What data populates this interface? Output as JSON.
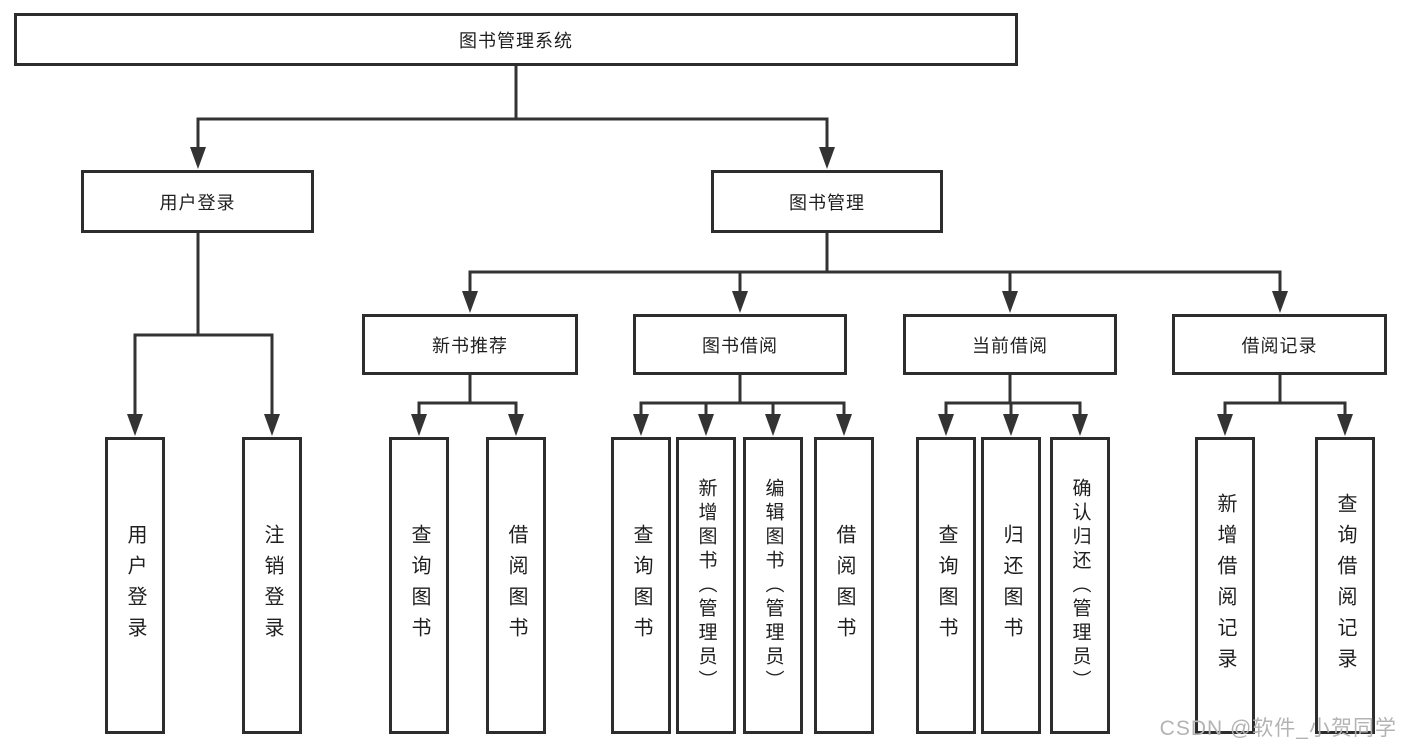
{
  "diagram": {
    "root": "图书管理系统",
    "level2": {
      "login": "用户登录",
      "books": "图书管理"
    },
    "level3": {
      "recommend": "新书推荐",
      "borrow": "图书借阅",
      "current": "当前借阅",
      "records": "借阅记录"
    },
    "leaves": {
      "login": [
        "用户登录",
        "注销登录"
      ],
      "recommend": [
        "查询图书",
        "借阅图书"
      ],
      "borrow": [
        "查询图书",
        "新增图书（管理员）",
        "编辑图书（管理员）",
        "借阅图书"
      ],
      "current": [
        "查询图书",
        "归还图书",
        "确认归还（管理员）"
      ],
      "records": [
        "新增借阅记录",
        "查询借阅记录"
      ]
    }
  },
  "watermark": "CSDN @软件_小贺同学",
  "colors": {
    "line": "#333333",
    "box_border": "#2d2d2d",
    "text": "#1f1f1f",
    "watermark": "#b3b3b3",
    "background": "#ffffff"
  }
}
